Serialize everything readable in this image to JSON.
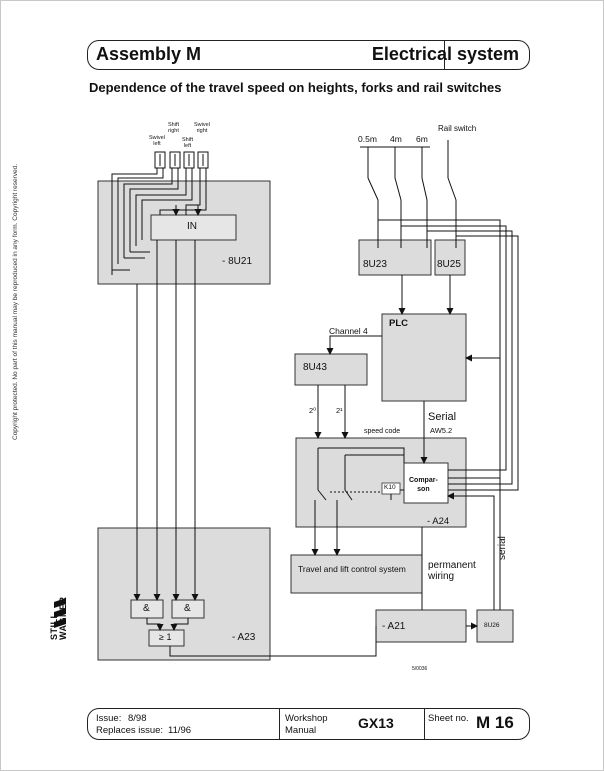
{
  "header": {
    "left_title": "Assembly M",
    "right_title": "Electrical system"
  },
  "subtitle": "Dependence of the travel speed on heights, forks and rail switches",
  "switch_labels": {
    "swivel_left": [
      "Swivel",
      "left"
    ],
    "shift_right": [
      "Shift",
      "right"
    ],
    "shift_left": [
      "Shift",
      "left"
    ],
    "swivel_right": [
      "Swivel",
      "right"
    ]
  },
  "blocks": {
    "in": "IN",
    "u21": "- 8U21",
    "u23": "8U23",
    "u25": "8U25",
    "plc": "PLC",
    "u43": "8U43",
    "comparison": [
      "Compar-",
      "son"
    ],
    "k10": "K10",
    "a24": "- A24",
    "travel_lift": "Travel and lift control system",
    "a21": "- A21",
    "u26": "8U26",
    "and1": "&",
    "and2": "&",
    "or_gate": "≥ 1",
    "a23": "- A23"
  },
  "labels": {
    "height_05": "0.5m",
    "height_4": "4m",
    "height_6": "6m",
    "rail_switch": "Rail switch",
    "channel4": "Channel 4",
    "bit_2_0": "2⁰",
    "bit_2_1": "2¹",
    "speed_code": "speed code",
    "serial": "Serial",
    "aw": "AW5.2",
    "permanent": "permanent",
    "wiring": "wiring",
    "serial_vertical": "serial",
    "drawing_no": "5/0036"
  },
  "copyright": "Copyright protected. No part of this manual may be reproduced in any form. Copyright reserved.",
  "logo": [
    "STILL",
    "WAGNER"
  ],
  "footer": {
    "issue_label": "Issue:",
    "issue_value": "8/98",
    "replaces_label": "Replaces issue:",
    "replaces_value": "11/96",
    "workshop": "Workshop",
    "manual": "Manual",
    "model": "GX13",
    "sheet_label": "Sheet no.",
    "sheet_value": "M 16"
  }
}
